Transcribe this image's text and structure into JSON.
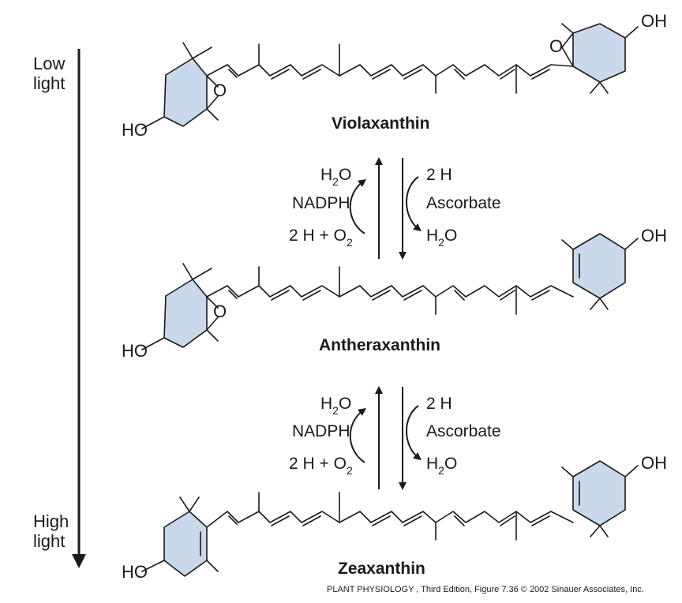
{
  "light_axis": {
    "top_label_line1": "Low",
    "top_label_line2": "light",
    "bottom_label_line1": "High",
    "bottom_label_line2": "light"
  },
  "molecules": {
    "violaxanthin": {
      "name": "Violaxanthin",
      "oh": "OH",
      "ho": "HO",
      "o": "O"
    },
    "antheraxanthin": {
      "name": "Antheraxanthin",
      "oh": "OH",
      "ho": "HO",
      "o": "O"
    },
    "zeaxanthin": {
      "name": "Zeaxanthin",
      "oh": "OH",
      "ho": "HO"
    }
  },
  "reactions": [
    {
      "left_top_main": "H",
      "left_top_sub": "2",
      "left_top_tail": "O",
      "left_mid": "NADPH",
      "left_bot_main": "2 H + O",
      "left_bot_sub": "2",
      "right_top": "2 H",
      "right_mid": "Ascorbate",
      "right_bot_main": "H",
      "right_bot_sub": "2",
      "right_bot_tail": "O"
    },
    {
      "left_top_main": "H",
      "left_top_sub": "2",
      "left_top_tail": "O",
      "left_mid": "NADPH",
      "left_bot_main": "2 H + O",
      "left_bot_sub": "2",
      "right_top": "2 H",
      "right_mid": "Ascorbate",
      "right_bot_main": "H",
      "right_bot_sub": "2",
      "right_bot_tail": "O"
    }
  ],
  "credit": "PLANT PHYSIOLOGY , Third Edition, Figure 7.36  © 2002 Sinauer Associates, Inc.",
  "colors": {
    "ring_fill": "#c9d8ea",
    "ink": "#1a1a1a"
  }
}
